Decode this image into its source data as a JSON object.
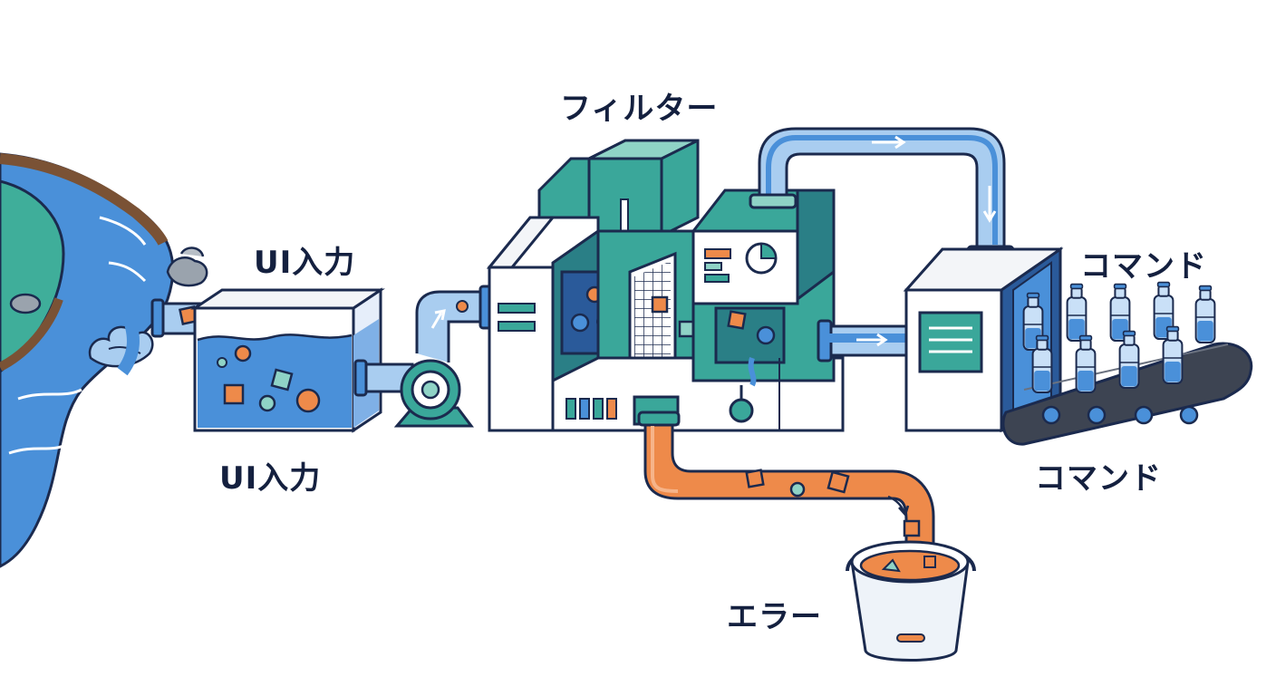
{
  "labels": {
    "input_top": "UI入力",
    "input_bottom": "UI入力",
    "filter": "フィルター",
    "command_top": "コマンド",
    "command_bottom": "コマンド",
    "error": "エラー"
  },
  "icons": [
    "river",
    "rocks",
    "intake-pipe",
    "tank",
    "pump",
    "filter-machine",
    "monitor-chart",
    "filter-mesh",
    "overhead-pipe",
    "bottling-machine",
    "bottles",
    "conveyor-belt",
    "error-pipe",
    "bucket",
    "arrow"
  ],
  "colors": {
    "outline": "#1b2a4e",
    "water": "#4a90d9",
    "water_light": "#a9cdf0",
    "teal": "#3aa79a",
    "teal_light": "#8fd3c6",
    "teal_dark": "#2a7f86",
    "orange": "#ee8a4a",
    "grey": "#f3f5f8",
    "land": "#3fae9a",
    "earth": "#7a5235"
  }
}
